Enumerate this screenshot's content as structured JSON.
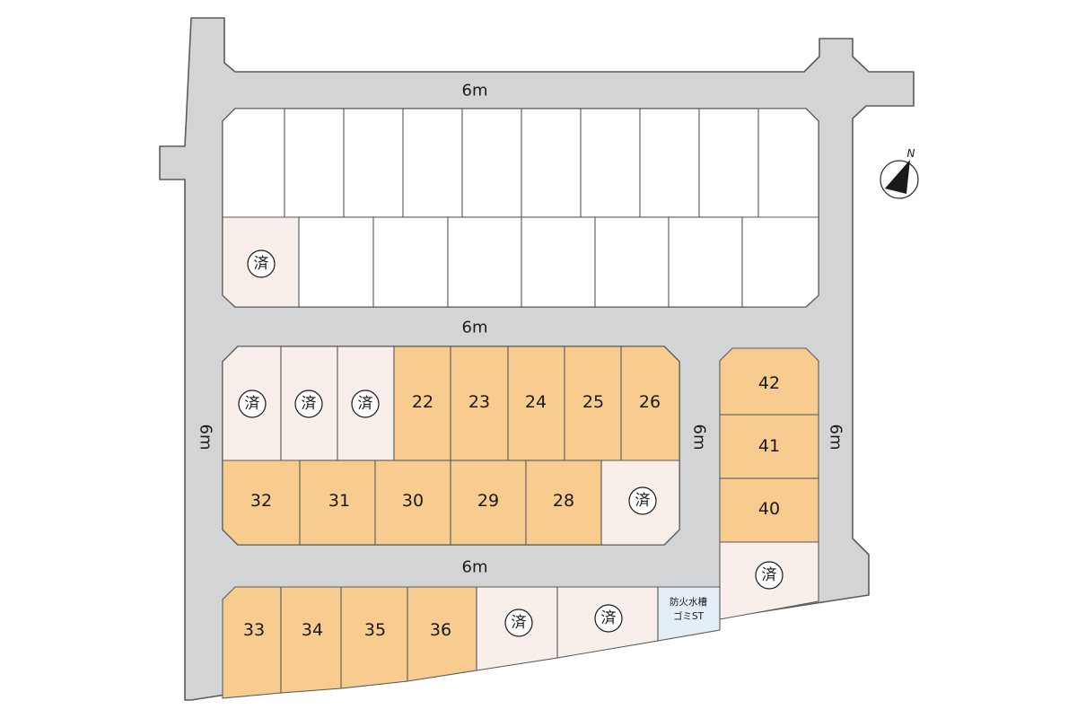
{
  "roads": {
    "top": "6m",
    "middle": "6m",
    "lower": "6m",
    "left": "6m",
    "center": "6m",
    "right": "6m"
  },
  "compass": {
    "label": "N"
  },
  "sold_mark": "済",
  "facility": {
    "line1": "防火水槽",
    "line2": "ゴミST"
  },
  "lots": {
    "22": "22",
    "23": "23",
    "24": "24",
    "25": "25",
    "26": "26",
    "28": "28",
    "29": "29",
    "30": "30",
    "31": "31",
    "32": "32",
    "33": "33",
    "34": "34",
    "35": "35",
    "36": "36",
    "40": "40",
    "41": "41",
    "42": "42"
  },
  "colors": {
    "road": "#d3d4d6",
    "available_lot": "#f8cb8f",
    "sold_lot": "#f8efea",
    "facility_lot": "#e4eef7",
    "empty_lot": "#ffffff"
  }
}
